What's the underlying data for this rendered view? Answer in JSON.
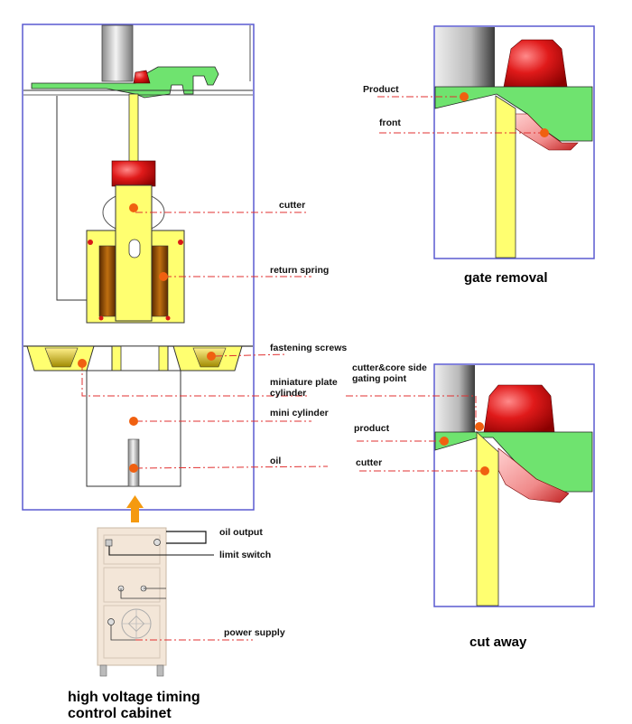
{
  "labels": {
    "product_top": "Product",
    "front": "front",
    "cutter_main": "cutter",
    "return_spring": "return spring",
    "fastening_screws": "fastening screws",
    "miniature_plate_cylinder": "miniature plate cylinder",
    "mini_cylinder": "mini cylinder",
    "oil": "oil",
    "cutter_core": "cutter&core side gating point",
    "product_bottom": "product",
    "cutter_bottom": "cutter",
    "oil_output": "oil output",
    "limit_switch": "limit switch",
    "power_supply": "power supply"
  },
  "captions": {
    "gate_removal": "gate removal",
    "cut_away": "cut away",
    "cabinet_line1": "high voltage timing",
    "cabinet_line2": "control cabinet"
  },
  "colors": {
    "frame": "#5a5ad0",
    "cutter_yellow": "#ffff70",
    "product_green": "#6fe36f",
    "mold_red": "#d81818",
    "marker_orange": "#f06010",
    "leader_red": "#e03030",
    "arrow_orange": "#f59a10",
    "cabinet_fill": "#f3e6d8"
  }
}
